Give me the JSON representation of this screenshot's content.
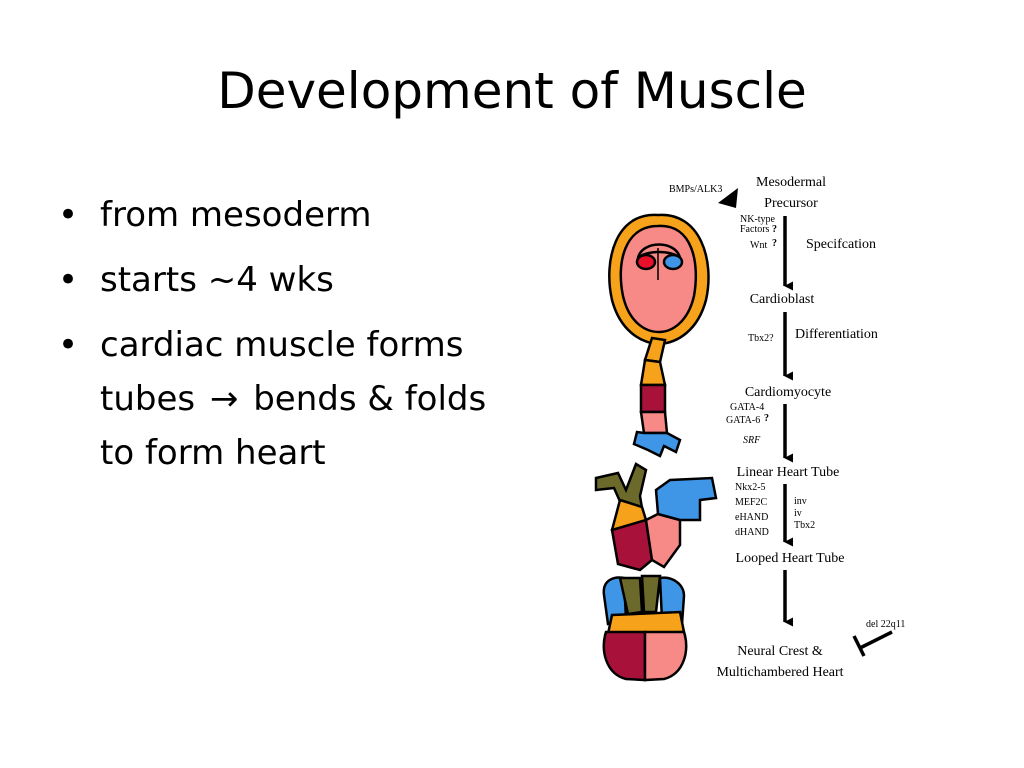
{
  "title": "Development of Muscle",
  "bullets": [
    {
      "before": "from mesoderm"
    },
    {
      "before": "starts ~4 wks"
    },
    {
      "before": "cardiac muscle forms tubes",
      "arrow": "→",
      "after": "bends & folds to form heart"
    }
  ],
  "diagram": {
    "stages": [
      {
        "lines": [
          "Mesodermal",
          "Precursor"
        ]
      },
      {
        "lines": [
          "Cardioblast"
        ]
      },
      {
        "lines": [
          "Cardiomyocyte"
        ]
      },
      {
        "lines": [
          "Linear Heart Tube"
        ]
      },
      {
        "lines": [
          "Looped Heart Tube"
        ]
      },
      {
        "lines": [
          "Neural Crest &",
          "Multichambered Heart"
        ]
      }
    ],
    "process_labels": {
      "specification": "Specifcation",
      "differentiation": "Differentiation"
    },
    "signals": {
      "bmps": "BMPs/ALK3",
      "nk_type": "NK-type",
      "factors": "Factors",
      "wnt": "Wnt",
      "tbx2": "Tbx2?",
      "gata4": "GATA-4",
      "gata6": "GATA-6",
      "srf": "SRF",
      "nkx25": "Nkx2-5",
      "mef2c": "MEF2C",
      "ehand": "eHAND",
      "dhand": "dHAND",
      "inv": "inv",
      "iv": "iv",
      "tbx2b": "Tbx2",
      "del22q11": "del 22q11",
      "q": "?"
    },
    "colors": {
      "orange": "#f7a21b",
      "pink": "#f78a86",
      "maroon": "#a8123a",
      "blue": "#3f95e6",
      "olive": "#6b6a2a",
      "red": "#e8102a"
    }
  }
}
